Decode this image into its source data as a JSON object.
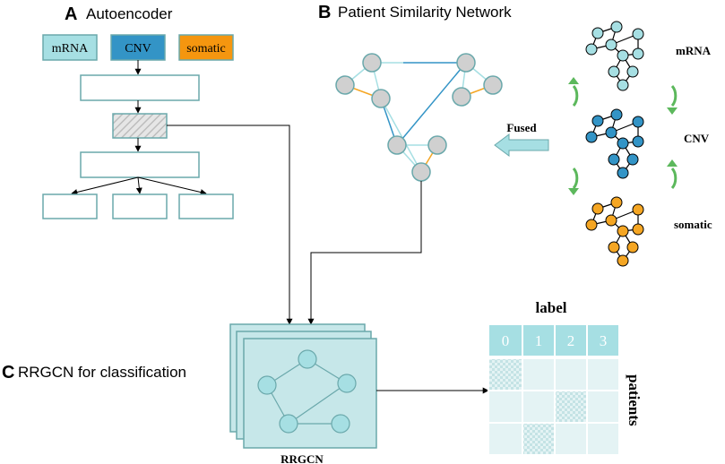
{
  "panel_a": {
    "letter": "A",
    "title": "Autoencoder",
    "inputs": [
      {
        "label": "mRNA",
        "fill": "#a6dfe3"
      },
      {
        "label": "CNV",
        "fill": "#3394c6"
      },
      {
        "label": "somatic",
        "fill": "#f5960f"
      }
    ]
  },
  "panel_b": {
    "letter": "B",
    "title": "Patient Similarity Network",
    "fused_label": "Fused",
    "networks": [
      {
        "label": "mRNA",
        "color": "#a6dfe3"
      },
      {
        "label": "CNV",
        "color": "#3394c6"
      },
      {
        "label": "somatic",
        "color": "#f5a623"
      }
    ]
  },
  "panel_c": {
    "letter": "C",
    "title": "RRGCN for classification",
    "model_label": "RRGCN",
    "label_header": "label",
    "patients_label": "patients",
    "classes": [
      "0",
      "1",
      "2",
      "3"
    ]
  },
  "colors": {
    "box_border": "#6aa8ab",
    "node_gray": "#d0d0d0",
    "edge_light": "#a6dfe3",
    "edge_dark": "#3394c6",
    "edge_orange": "#f5a623",
    "layer_fill": "#c6e7e9",
    "node_light": "#a6dfe3",
    "arrow_green": "#5cb85c"
  }
}
